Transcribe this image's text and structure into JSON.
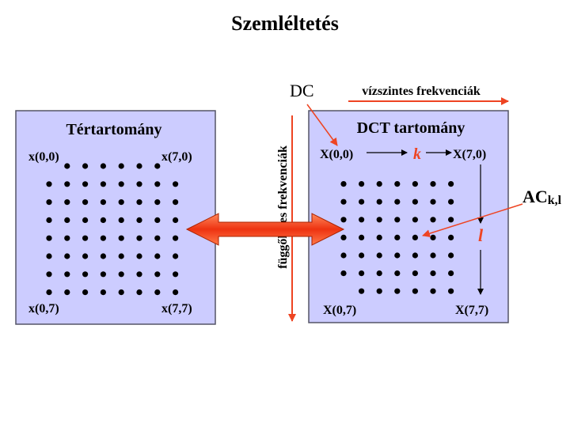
{
  "title": "Szemléltetés",
  "spatial": {
    "heading": "Tértartomány",
    "corner_tl": "x(0,0)",
    "corner_tr": "x(7,0)",
    "corner_bl": "x(0,7)",
    "corner_br": "x(7,7)",
    "grid_size": 8
  },
  "dct": {
    "heading": "DCT tartomány",
    "corner_tl": "X(0,0)",
    "corner_tr": "X(7,0)",
    "corner_bl": "X(0,7)",
    "corner_br": "X(7,7)",
    "k_label": "k",
    "l_label": "l",
    "grid_size": 8
  },
  "annotations": {
    "dc": "DC",
    "horizontal_freq": "vízszintes frekvenciák",
    "vertical_freq": "függőleges frekvenciák",
    "ac_base": "AC",
    "ac_sub": "k,l"
  },
  "colors": {
    "panel_fill": "#ccccff",
    "panel_border": "#555566",
    "accent": "#ee4422",
    "dot": "#000000"
  }
}
